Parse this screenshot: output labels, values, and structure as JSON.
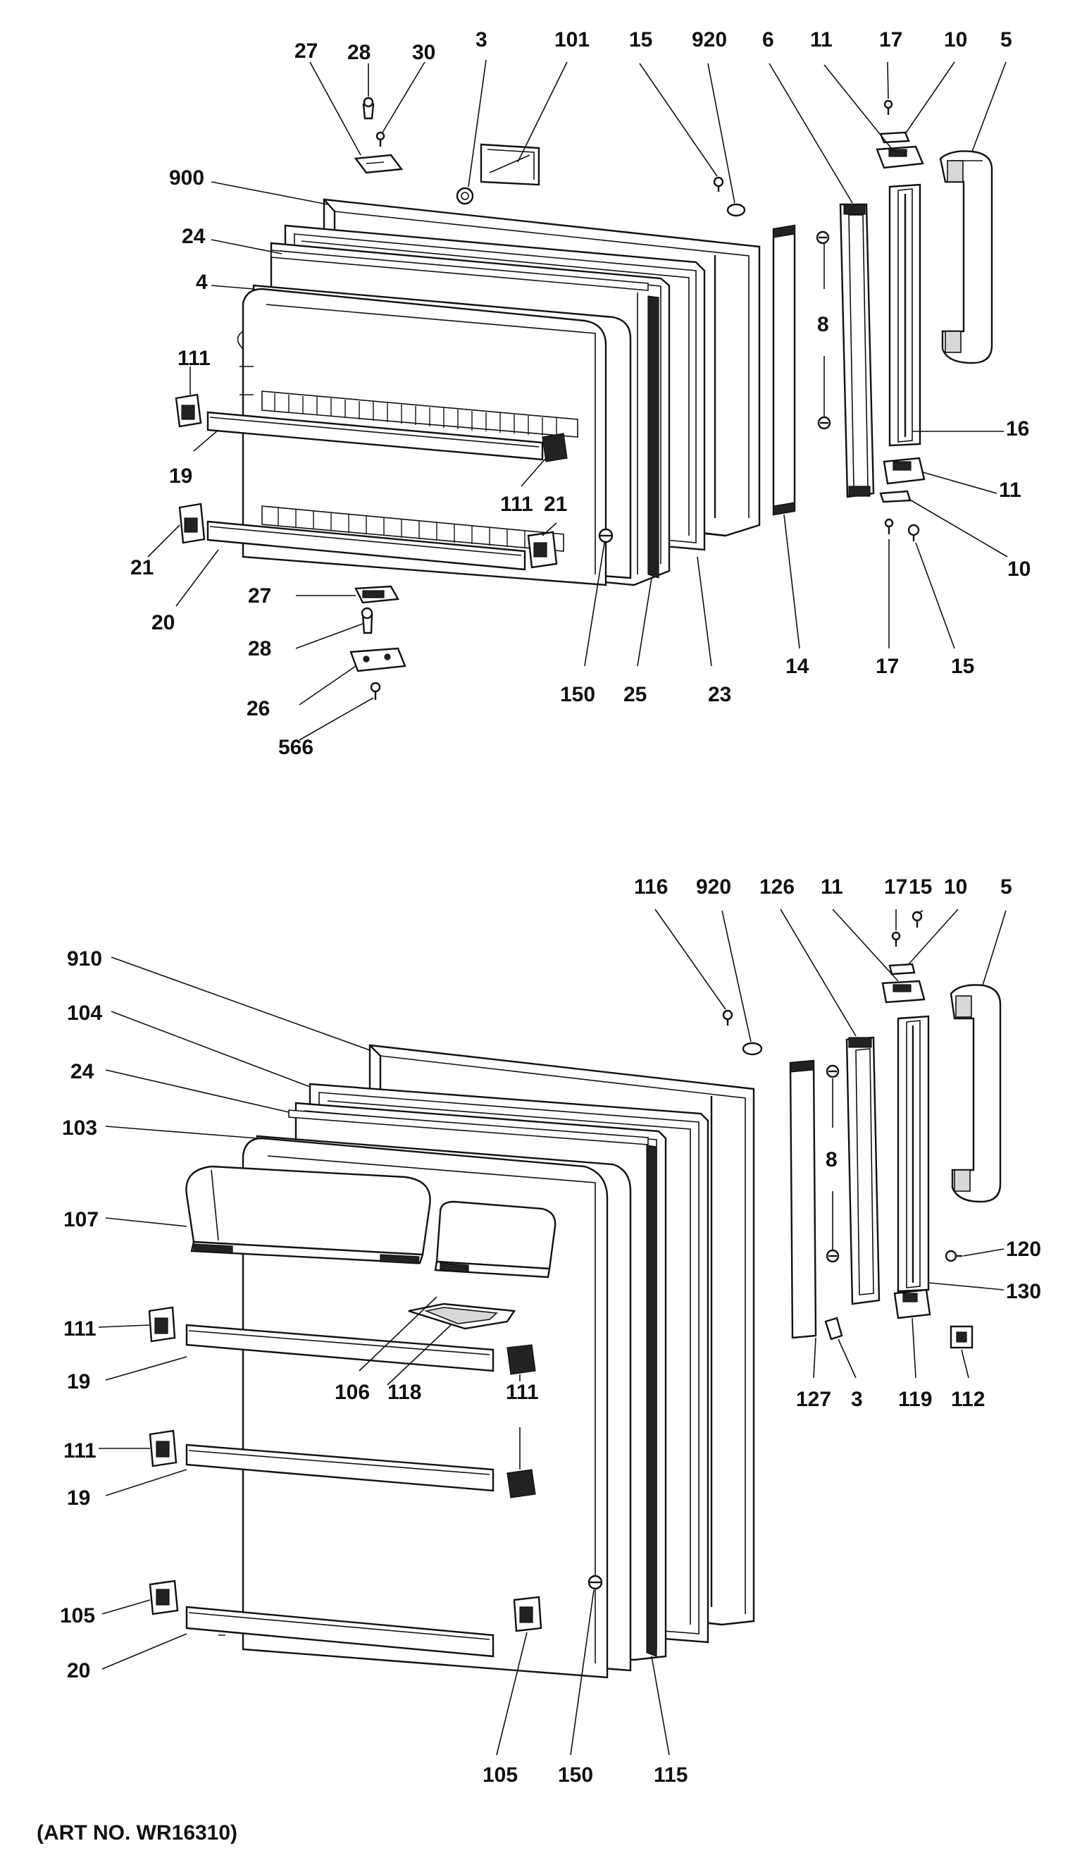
{
  "figure_caption": "(ART NO. WR16310)",
  "top_door_callouts": {
    "c27": "27",
    "c28": "28",
    "c30": "30",
    "c3": "3",
    "c101": "101",
    "c15": "15",
    "c920": "920",
    "c6": "6",
    "c11": "11",
    "c17": "17",
    "c10": "10",
    "c5": "5",
    "c900": "900",
    "c24": "24",
    "c4": "4",
    "c111": "111",
    "c8": "8",
    "c16": "16",
    "c19": "19",
    "c111b": "111",
    "c21": "21",
    "c11b": "11",
    "c21b": "21",
    "c10b": "10",
    "c20": "20",
    "c27b": "27",
    "c28b": "28",
    "c150": "150",
    "c25": "25",
    "c23": "23",
    "c14": "14",
    "c17b": "17",
    "c15b": "15",
    "c26": "26",
    "c566": "566"
  },
  "bottom_door_callouts": {
    "c116": "116",
    "c920": "920",
    "c126": "126",
    "c11": "11",
    "c17": "17",
    "c15": "15",
    "c10": "10",
    "c5": "5",
    "c910": "910",
    "c104": "104",
    "c24": "24",
    "c103": "103",
    "c107": "107",
    "c8": "8",
    "c120": "120",
    "c130": "130",
    "c111": "111",
    "c19": "19",
    "c106": "106",
    "c118": "118",
    "c111b": "111",
    "c127": "127",
    "c3": "3",
    "c119": "119",
    "c112": "112",
    "c111c": "111",
    "c19b": "19",
    "c105": "105",
    "c20": "20",
    "c105b": "105",
    "c150": "150",
    "c115": "115"
  }
}
